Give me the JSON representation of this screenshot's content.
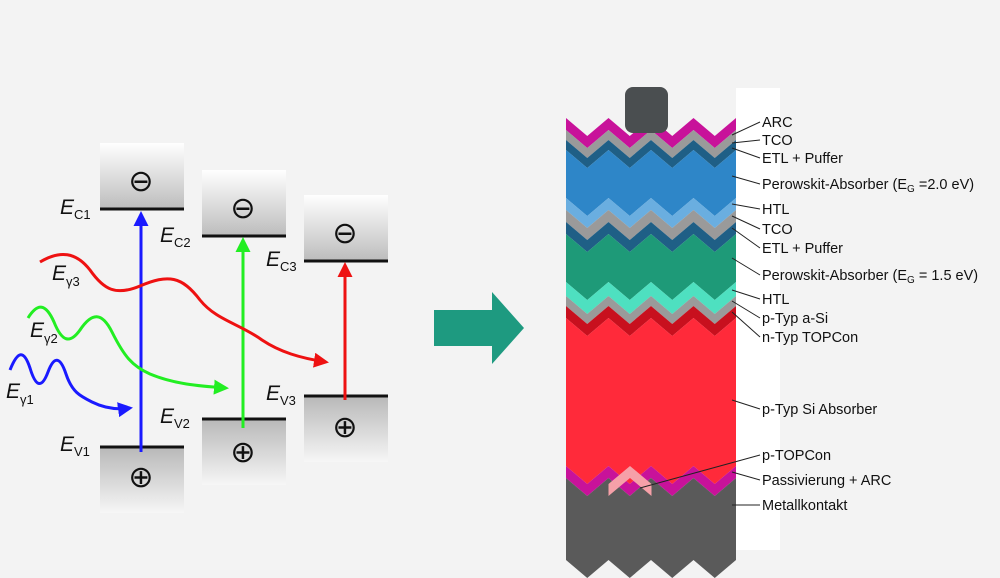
{
  "band_diagram": {
    "bands": [
      {
        "id": "1",
        "conduction": "C1",
        "valence": "V1",
        "photon": "γ1",
        "arrow_color": "#1a1aff"
      },
      {
        "id": "2",
        "conduction": "C2",
        "valence": "V2",
        "photon": "γ2",
        "arrow_color": "#22ee22"
      },
      {
        "id": "3",
        "conduction": "C3",
        "valence": "V3",
        "photon": "γ3",
        "arrow_color": "#ee1111"
      }
    ],
    "energy_symbol": "E",
    "electron_symbol": "⊖",
    "hole_symbol": "⊕"
  },
  "transition_arrow_color": "#1e9a80",
  "cell_stack": {
    "labels": [
      {
        "id": "arc",
        "text": "ARC"
      },
      {
        "id": "tco-top",
        "text": "TCO"
      },
      {
        "id": "etl-top",
        "text": "ETL + Puffer"
      },
      {
        "id": "perov-top",
        "text": "Perowskit-Absorber (E",
        "sub": "G",
        "tail": " =2.0 eV)"
      },
      {
        "id": "htl-top",
        "text": "HTL"
      },
      {
        "id": "tco-mid",
        "text": "TCO"
      },
      {
        "id": "etl-mid",
        "text": "ETL + Puffer"
      },
      {
        "id": "perov-mid",
        "text": "Perowskit-Absorber (E",
        "sub": "G",
        "tail": " = 1.5 eV)"
      },
      {
        "id": "htl-mid",
        "text": "HTL"
      },
      {
        "id": "p-asi",
        "text": "p-Typ a-Si"
      },
      {
        "id": "n-topcon",
        "text": "n-Typ TOPCon"
      },
      {
        "id": "si-absorber",
        "text": "p-Typ Si Absorber"
      },
      {
        "id": "p-topcon",
        "text": "p-TOPCon"
      },
      {
        "id": "passivation",
        "text": "Passivierung + ARC"
      },
      {
        "id": "metal",
        "text": "Metallkontakt"
      }
    ],
    "colors": {
      "arc": "#c8129a",
      "tco": "#9a9a9a",
      "etl": "#1f5f86",
      "perovskite_top": "#2e86c8",
      "htl_top": "#6aaee0",
      "perovskite_mid": "#1e9a78",
      "htl_mid": "#4ee0c0",
      "n_topcon": "#c8101e",
      "si_absorber": "#ff2a3a",
      "p_topcon": "#f6a0a8",
      "metal": "#5a5a5a",
      "contact": "#4a4e50"
    }
  }
}
